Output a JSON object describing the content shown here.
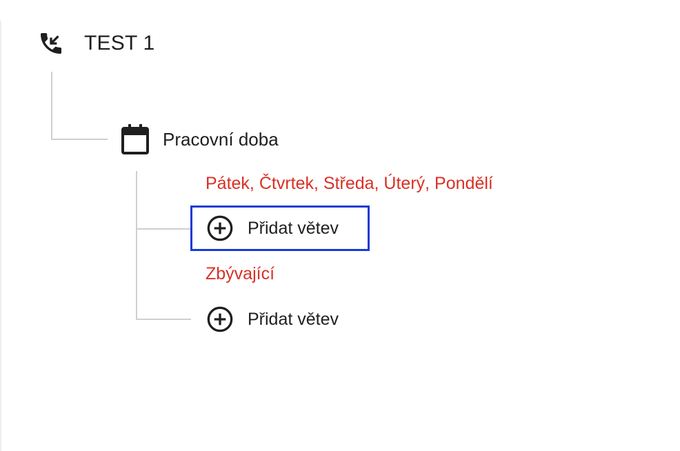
{
  "flow": {
    "root": {
      "title": "TEST 1",
      "icon": "incoming-call-icon"
    },
    "schedule": {
      "title": "Pracovní doba",
      "icon": "calendar-icon",
      "branches": [
        {
          "label": "Pátek, Čtvrtek, Středa, Úterý, Pondělí",
          "add_label": "Přidat větev"
        },
        {
          "label": "Zbývající",
          "add_label": "Přidat větev"
        }
      ]
    }
  },
  "colors": {
    "branch_label": "#d93025",
    "selection": "#1a3ad6",
    "connector": "#cfcfcf",
    "text": "#1f1f1f"
  }
}
